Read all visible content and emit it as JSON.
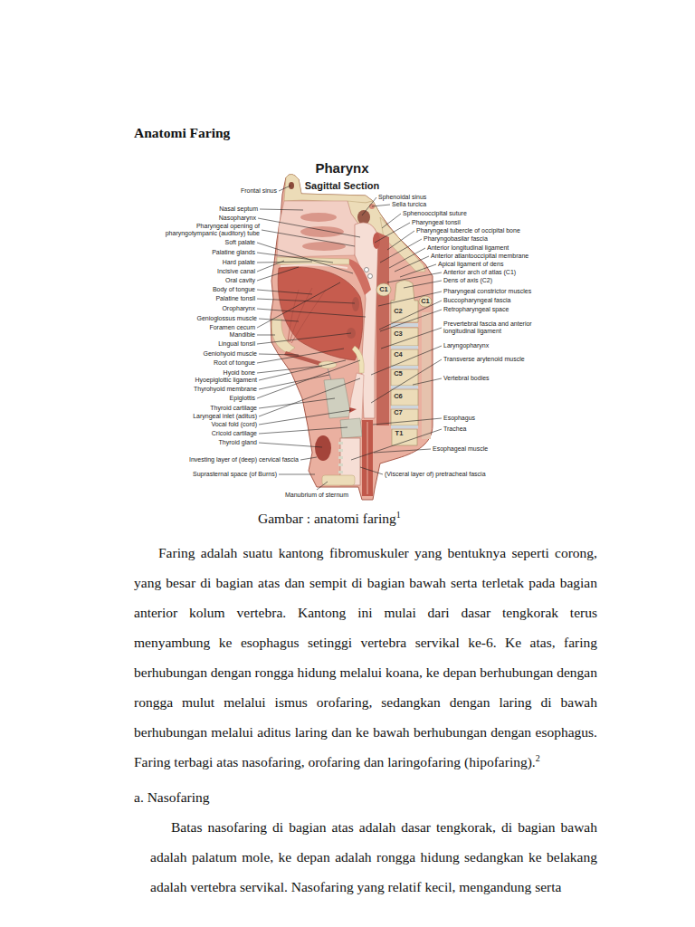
{
  "diagram": {
    "title": "Anatomi Faring",
    "caption": "Gambar : anatomi faring",
    "labels": [
      "Pharynx",
      "Sagittal Section",
      "Frontal sinus",
      "Nasal septum",
      "Nasopharynx",
      "Pharyngeal opening of pharyngotympanic (auditory) tube",
      "Soft palate",
      "Palatine glands",
      "Hard palate",
      "Incisive canal",
      "Oral cavity",
      "Body of tongue",
      "Palatine tonsil",
      "Oropharynx",
      "Genioglossus muscle",
      "Foramen cecum",
      "Mandible",
      "Lingual tonsil",
      "Geniohyoid muscle",
      "Root of tongue",
      "Hyoid bone",
      "Hyoepiglottic ligament",
      "Thyrohyoid membrane",
      "Epiglottis",
      "Thyroid cartilage",
      "Laryngeal inlet (aditus)",
      "Vocal fold (cord)",
      "Cricoid cartilage",
      "Thyroid gland",
      "Investing layer of (deep) cervical fascia",
      "Suprasternal space (of Burns)",
      "Manubrium of sternum",
      "Sphenoidal sinus",
      "Sella turcica",
      "Sphenooccipital suture",
      "Pharyngeal tonsil",
      "Pharyngeal tubercle of occipital bone",
      "Pharyngobasilar fascia",
      "Anterior longitudinal ligament",
      "Anterior atlantooccipital membrane",
      "Apical ligament of dens",
      "Anterior arch of atlas (C1)",
      "Dens of axis (C2)",
      "Pharyngeal constrictor muscles",
      "Buccopharyngeal fascia",
      "Retropharyngeal space",
      "Prevertebral fascia and anterior longitudinal ligament",
      "Laryngopharynx",
      "Transverse arytenoid muscle",
      "Vertebral bodies",
      "Esophagus",
      "Trachea",
      "Esophageal muscle",
      "(Visceral layer of) pretracheal fascia",
      "C1",
      "C1",
      "C2",
      "C3",
      "C4",
      "C5",
      "C6",
      "C7",
      "T1",
      "1",
      "Faring adalah suatu kantong fibromuskuler yang bentuknya seperti corong, yang besar di bagian atas dan sempit di bagian bawah serta terletak pada bagian anterior kolum vertebra. Kantong ini mulai dari dasar tengkorak terus menyambung ke esophagus setinggi vertebra servikal ke-6. Ke atas, faring berhubungan dengan rongga hidung melalui koana, ke depan berhubungan dengan rongga mulut melalui ismus orofaring, sedangkan dengan laring di bawah berhubungan melalui aditus laring dan ke bawah berhubungan dengan esophagus. Faring terbagi atas nasofaring, orofaring dan laringofaring (hipofaring).",
      "2",
      "a. Nasofaring",
      "Batas nasofaring di bagian atas adalah dasar tengkorak, di bagian bawah adalah palatum mole, ke depan adalah rongga hidung sedangkan ke belakang adalah vertebra servikal. Nasofaring yang relatif kecil, mengandung serta"
    ]
  }
}
